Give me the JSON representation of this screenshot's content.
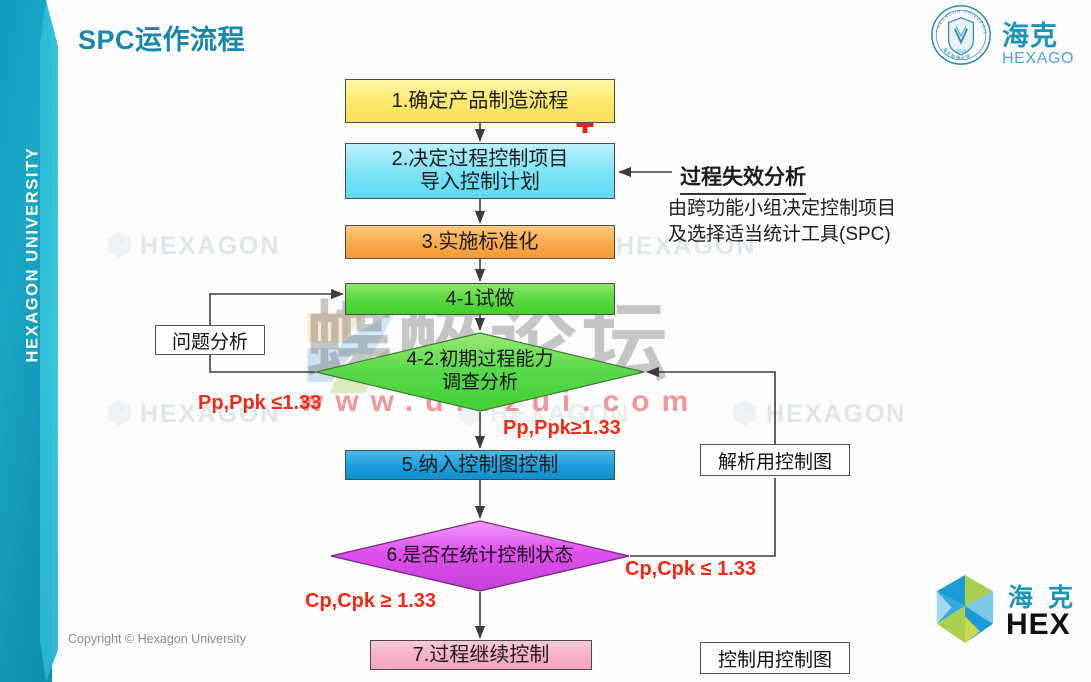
{
  "slide": {
    "title": "SPC运作流程",
    "copyright": "Copyright © Hexagon University"
  },
  "sidebar": {
    "vertical_text": "HEXAGON UNIVERSITY"
  },
  "header_logo": {
    "seal_outer_en": "HEXAGON UNIVERSITY",
    "seal_inner_cn": "海克斯康大学",
    "seal_year": "2013",
    "brand_cn": "海克",
    "brand_en": "HEXAGO"
  },
  "footer_logo": {
    "brand_cn": "海  克",
    "brand_en": "HEX"
  },
  "watermarks": {
    "forum": "蝶醉论坛",
    "url": "www.diezui.com",
    "hexagon": "HEXAGON"
  },
  "flow": {
    "nodes": [
      {
        "id": "n1",
        "label": "1.确定产品制造流程",
        "shape": "rect",
        "color": "#f7e05b"
      },
      {
        "id": "n2",
        "label": "2.决定过程控制项目\n导入控制计划",
        "shape": "rect",
        "color": "#5cd9f2"
      },
      {
        "id": "n3",
        "label": "3.实施标准化",
        "shape": "rect",
        "color": "#f59b34"
      },
      {
        "id": "n41",
        "label": "4-1试做",
        "shape": "rect",
        "color": "#46cf31"
      },
      {
        "id": "d42",
        "label": "4-2.初期过程能力\n调查分析",
        "shape": "diamond",
        "color": "#56d84a"
      },
      {
        "id": "n5",
        "label": "5.纳入控制图控制",
        "shape": "rect",
        "color": "#0f8fcf"
      },
      {
        "id": "d6",
        "label": "6.是否在统计控制状态",
        "shape": "diamond",
        "color": "#e44ff2"
      },
      {
        "id": "n7",
        "label": "7.过程继续控制",
        "shape": "rect",
        "color": "#f5a5c0"
      }
    ],
    "side_boxes": [
      {
        "id": "problem",
        "label": "问题分析"
      },
      {
        "id": "analysis",
        "label": "解析用控制图"
      },
      {
        "id": "control",
        "label": "控制用控制图"
      }
    ],
    "edge_labels": [
      {
        "id": "ppk_le",
        "text": "Pp,Ppk ≤1.33",
        "color": "#ef2a16"
      },
      {
        "id": "ppk_ge",
        "text": "Pp,Ppk≥1.33",
        "color": "#ef2a16"
      },
      {
        "id": "cpk_ge",
        "text": "Cp,Cpk ≥  1.33",
        "color": "#ef2a16"
      },
      {
        "id": "cpk_le",
        "text": "Cp,Cpk ≤  1.33",
        "color": "#ef2a16"
      }
    ]
  },
  "annotation": {
    "title": "过程失效分析",
    "body": "由跨功能小组决定控制项目\n及选择适当统计工具(SPC)"
  }
}
